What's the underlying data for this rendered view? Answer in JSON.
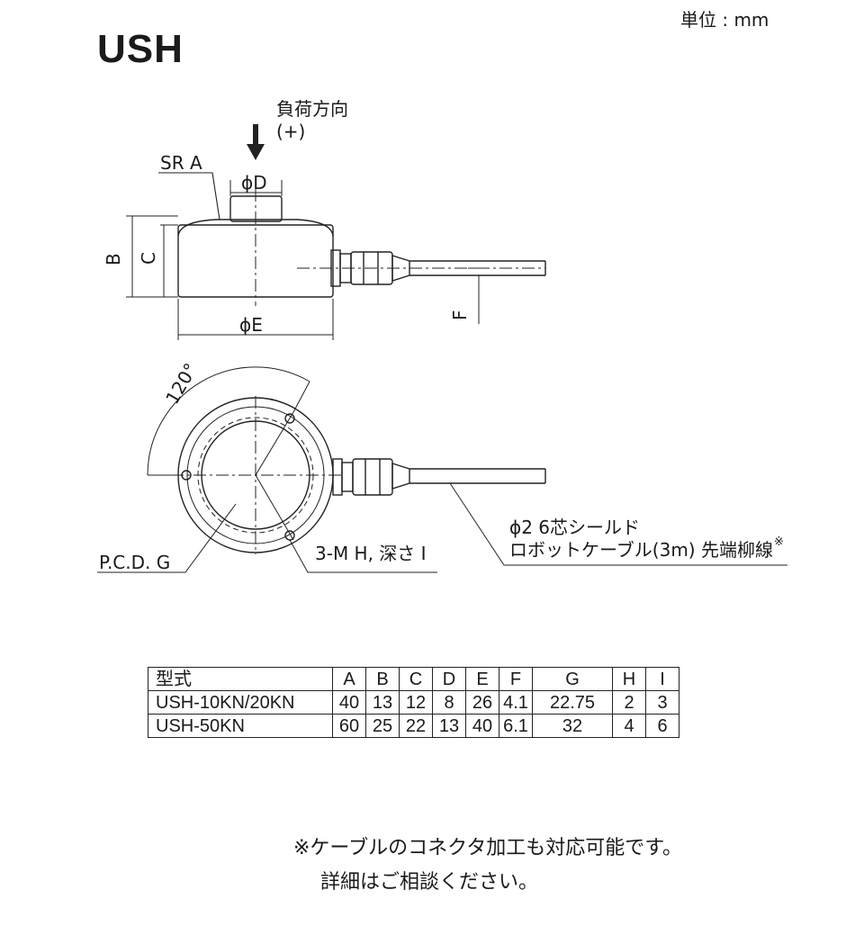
{
  "header": {
    "unit": "単位 : mm",
    "title": "USH"
  },
  "side_view": {
    "load_direction": "負荷方向",
    "load_sign": "(+)",
    "sr_label": "SR A",
    "d_label": "ϕD",
    "b_label": "B",
    "c_label": "C",
    "e_label": "ϕE",
    "f_label": "F"
  },
  "top_view": {
    "angle_label": "120°",
    "pcd_label": "P.C.D. G",
    "hole_label": "3-M H, 深さ I",
    "cable_line1": "ϕ2 6芯シールド",
    "cable_line2": "ロボットケーブル(3m) 先端柳線",
    "cable_mark": "※"
  },
  "table": {
    "headers": [
      "型式",
      "A",
      "B",
      "C",
      "D",
      "E",
      "F",
      "G",
      "H",
      "I"
    ],
    "rows": [
      [
        "USH-10KN/20KN",
        "40",
        "13",
        "12",
        "8",
        "26",
        "4.1",
        "22.75",
        "2",
        "3"
      ],
      [
        "USH-50KN",
        "60",
        "25",
        "22",
        "13",
        "40",
        "6.1",
        "32",
        "4",
        "6"
      ]
    ]
  },
  "note": {
    "line1": "※ケーブルのコネクタ加工も対応可能です。",
    "line2": "詳細はご相談ください。"
  }
}
